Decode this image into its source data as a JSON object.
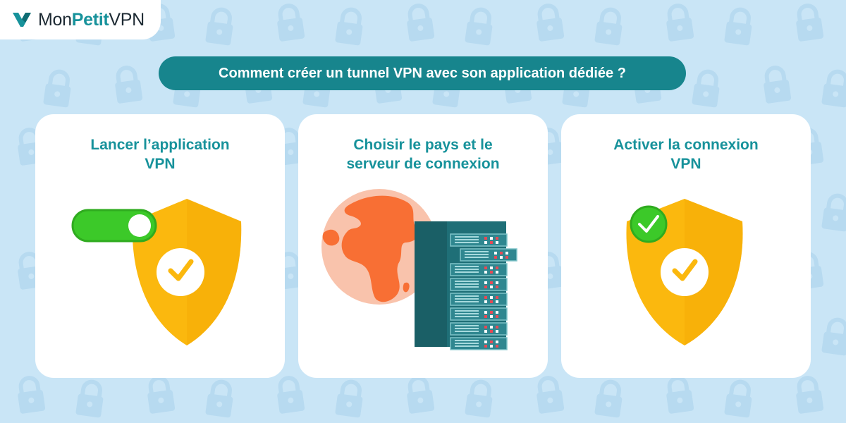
{
  "brand": {
    "name_part1": "Mon",
    "name_part2": "Petit",
    "name_part3": "VPN",
    "logo_icon": "monpetitvpn-logo-icon",
    "accent_color": "#17929b"
  },
  "title": "Comment créer un tunnel VPN avec son application dédiée ?",
  "steps": [
    {
      "title": "Lancer l’application\nVPN",
      "icons": [
        "toggle-switch-on",
        "shield-check-icon"
      ]
    },
    {
      "title": "Choisir le pays et le\nserveur de connexion",
      "icons": [
        "globe-icon",
        "server-rack-icon"
      ]
    },
    {
      "title": "Activer la connexion\nVPN",
      "icons": [
        "green-check-icon",
        "shield-check-icon"
      ]
    }
  ],
  "colors": {
    "background": "#c9e5f6",
    "title_pill": "#17858d",
    "shield": "#fbb80e",
    "toggle": "#3cc929",
    "globe": "#f86f34",
    "server": "#1f6f77"
  }
}
